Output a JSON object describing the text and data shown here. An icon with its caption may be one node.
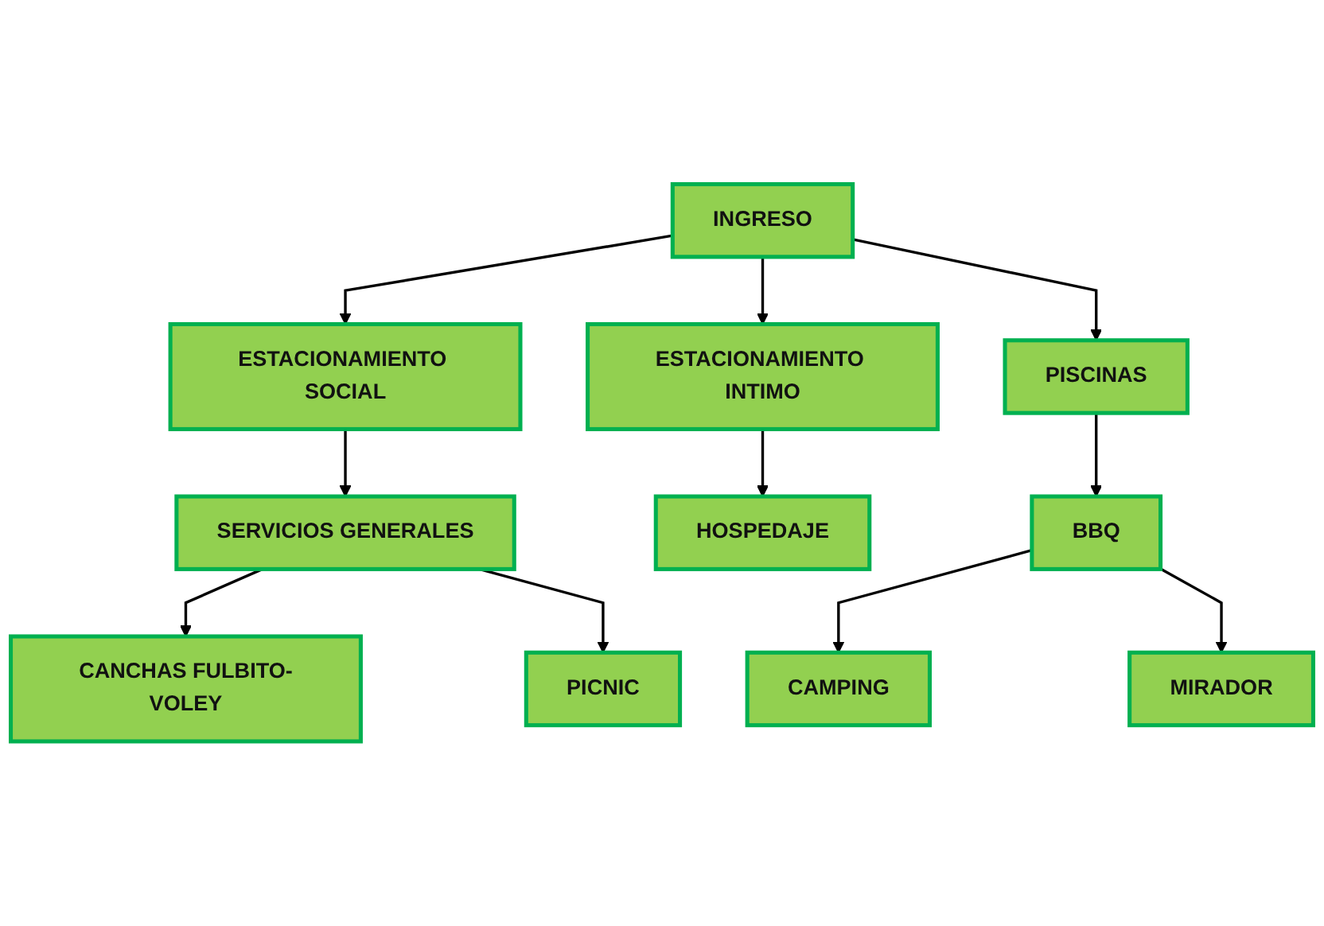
{
  "diagram": {
    "nodes": [
      {
        "text": [
          "INGRESO"
        ]
      },
      {
        "text": [
          "ESTACIONAMIENTO SOCIAL"
        ]
      },
      {
        "text": [
          "ESTACIONAMIENTO INTIMO"
        ]
      },
      {
        "text": [
          "SERVICIOS GENERALES"
        ]
      },
      {
        "text": [
          "HOSPEDAJE"
        ]
      },
      {
        "text": [
          "CANCHAS FULBITO-VOLEY"
        ]
      },
      {
        "text": [
          "PISCINAS"
        ]
      },
      {
        "text": [
          "PICNIC"
        ]
      },
      {
        "text": [
          "BBQ"
        ]
      },
      {
        "text": [
          "CAMPING"
        ]
      },
      {
        "text": [
          "MIRADOR"
        ]
      }
    ],
    "edges": [
      {
        "from": 0,
        "to": 1,
        "arrow": "to"
      },
      {
        "from": 0,
        "to": 2,
        "arrow": "to"
      },
      {
        "from": 0,
        "to": 6,
        "arrow": "to"
      },
      {
        "from": 1,
        "to": 3,
        "arrow": "to"
      },
      {
        "from": 2,
        "to": 4,
        "arrow": "to"
      },
      {
        "from": 3,
        "to": 5,
        "arrow": "to"
      },
      {
        "from": 3,
        "to": 7,
        "arrow": "to"
      },
      {
        "from": 6,
        "to": 8,
        "arrow": "to"
      },
      {
        "from": 8,
        "to": 9,
        "arrow": "to"
      },
      {
        "from": 8,
        "to": 10,
        "arrow": "to"
      }
    ]
  }
}
